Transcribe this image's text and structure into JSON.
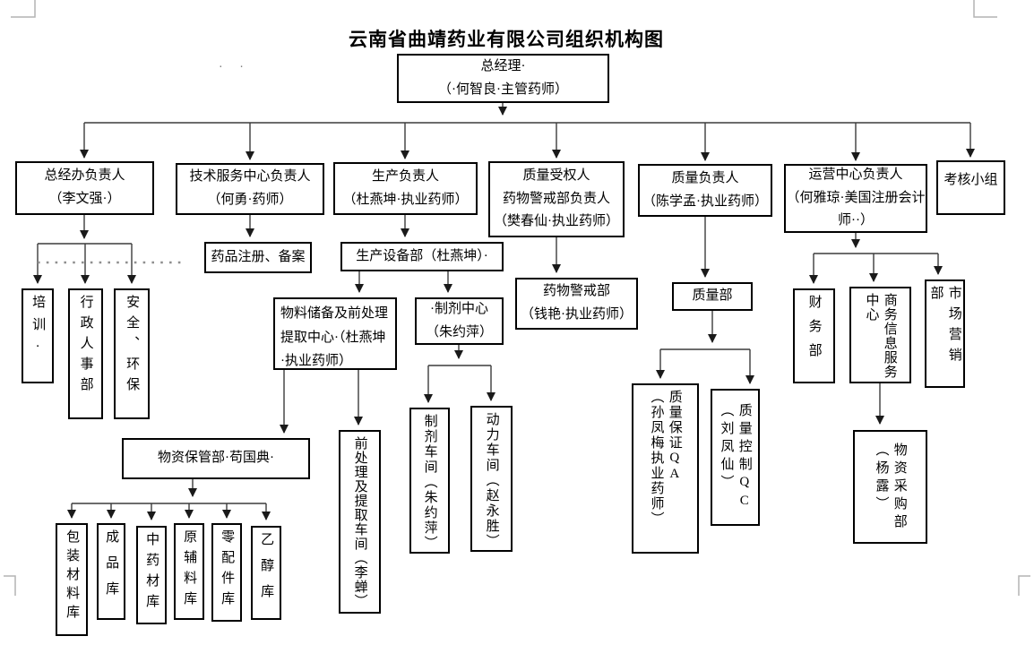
{
  "title": "云南省曲靖药业有限公司组织机构图",
  "marks": {
    "dots": "· ·"
  },
  "nodes": {
    "gm": {
      "label": "总经理·\n（·何智良·主管药师）"
    },
    "office": {
      "label": "总经办负责人\n（李文强·）"
    },
    "tech": {
      "label": "技术服务中心负责人\n（何勇·药师）"
    },
    "prod": {
      "label": "生产负责人\n（杜燕坤·执业药师）"
    },
    "qauth": {
      "label": "质量受权人\n药物警戒部负责人\n（樊春仙·执业药师）"
    },
    "qlead": {
      "label": "质量负责人\n（陈学孟·执业药师）"
    },
    "ops": {
      "label": "运营中心负责人\n（何雅琼·美国注册会计师··）"
    },
    "assess": {
      "label": "考核小组"
    },
    "training": {
      "label": "培训·"
    },
    "admin": {
      "label": "行政人事部"
    },
    "safety": {
      "label": "安全、环保"
    },
    "regist": {
      "label": "药品注册、备案"
    },
    "equip": {
      "label": "生产设备部（杜燕坤）·"
    },
    "material": {
      "label": "物料储备及前处理提取中心·（杜燕坤·执业药师）"
    },
    "prepcenter": {
      "label": "·制剂中心\n（朱约萍）"
    },
    "pharmacov": {
      "label": "药物警戒部\n（钱艳·执业药师）"
    },
    "qdept": {
      "label": "质量部"
    },
    "storage": {
      "label": "物资保管部·苟国典·"
    },
    "wh1": {
      "label": "包装材料库"
    },
    "wh2": {
      "label": "成品库"
    },
    "wh3": {
      "label": "中药材库"
    },
    "wh4": {
      "label": "原辅料库"
    },
    "wh5": {
      "label": "零配件库"
    },
    "wh6": {
      "label": "乙醇库"
    },
    "preworkshop": {
      "label": "前处理及提取车间（李蝉）"
    },
    "prepworkshop": {
      "label": "制剂车间（朱约萍）"
    },
    "powerworkshop": {
      "label": "动力车间（赵永胜）"
    },
    "qa": {
      "label": "质量保证QA\n（孙凤梅执业药师）"
    },
    "qc": {
      "label": "质量控制QC\n（刘凤仙）"
    },
    "finance": {
      "label": "财务部"
    },
    "bizinfo": {
      "label": "商务信息服务\n中心"
    },
    "marketing": {
      "label": "市场营销部"
    },
    "purchase": {
      "label": "物资采购部\n（杨露）"
    }
  }
}
